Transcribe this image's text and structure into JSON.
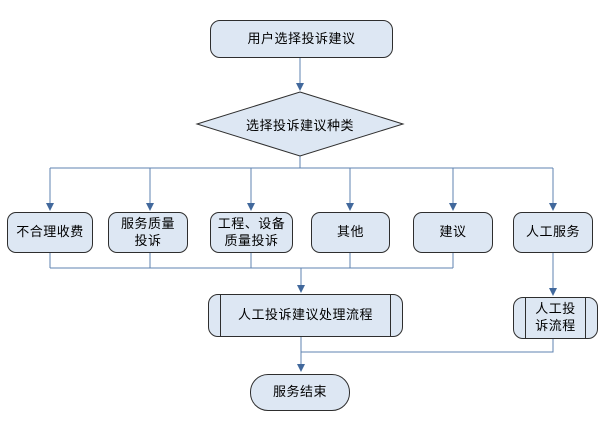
{
  "diagram": {
    "type": "flowchart",
    "language": "zh-CN",
    "colors": {
      "node_fill": "#dde7f3",
      "node_border": "#2e2e2e",
      "connector_line": "#5f83b1",
      "arrowhead": "#41689c",
      "background": "#ffffff",
      "text": "#000000"
    },
    "nodes": {
      "start": {
        "type": "terminator",
        "label": "用户选择投诉建议"
      },
      "decision": {
        "type": "decision",
        "label": "选择投诉建议种类"
      },
      "unreasonable_fees": {
        "type": "process",
        "label": "不合理收费"
      },
      "service_quality": {
        "type": "process",
        "label": "服务质量\n投诉"
      },
      "engineering_equipment": {
        "type": "process",
        "label": "工程、设备\n质量投诉"
      },
      "other": {
        "type": "process",
        "label": "其他"
      },
      "suggestion": {
        "type": "process",
        "label": "建议"
      },
      "manual_service": {
        "type": "process",
        "label": "人工服务"
      },
      "manual_process": {
        "type": "predefined-process",
        "label": "人工投诉建议处理流程"
      },
      "manual_flow": {
        "type": "predefined-process",
        "label": "人工投\n诉流程"
      },
      "end": {
        "type": "terminator",
        "label": "服务结束"
      }
    },
    "edges": [
      {
        "from": "start",
        "to": "decision"
      },
      {
        "from": "decision",
        "to": "unreasonable_fees"
      },
      {
        "from": "decision",
        "to": "service_quality"
      },
      {
        "from": "decision",
        "to": "engineering_equipment"
      },
      {
        "from": "decision",
        "to": "other"
      },
      {
        "from": "decision",
        "to": "suggestion"
      },
      {
        "from": "decision",
        "to": "manual_service"
      },
      {
        "from": "unreasonable_fees",
        "to": "manual_process"
      },
      {
        "from": "service_quality",
        "to": "manual_process"
      },
      {
        "from": "engineering_equipment",
        "to": "manual_process"
      },
      {
        "from": "other",
        "to": "manual_process"
      },
      {
        "from": "suggestion",
        "to": "manual_process"
      },
      {
        "from": "manual_service",
        "to": "manual_flow"
      },
      {
        "from": "manual_process",
        "to": "end"
      },
      {
        "from": "manual_flow",
        "to": "end"
      }
    ]
  }
}
